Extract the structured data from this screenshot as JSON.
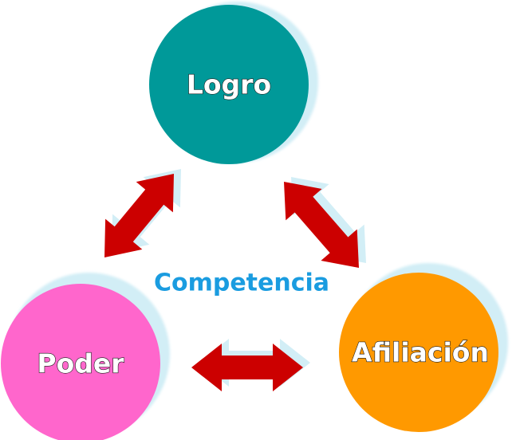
{
  "diagram": {
    "nodes": [
      {
        "id": "logro",
        "label": "Logro",
        "color": "#009999"
      },
      {
        "id": "poder",
        "label": "Poder",
        "color": "#ff66cc"
      },
      {
        "id": "afiliacion",
        "label": "Afiliación",
        "color": "#ff9900"
      }
    ],
    "center_label": "Competencia",
    "colors": {
      "center_text": "#1a9ce0",
      "arrow": "#cc0000",
      "shadow": "#d2eef6"
    }
  }
}
